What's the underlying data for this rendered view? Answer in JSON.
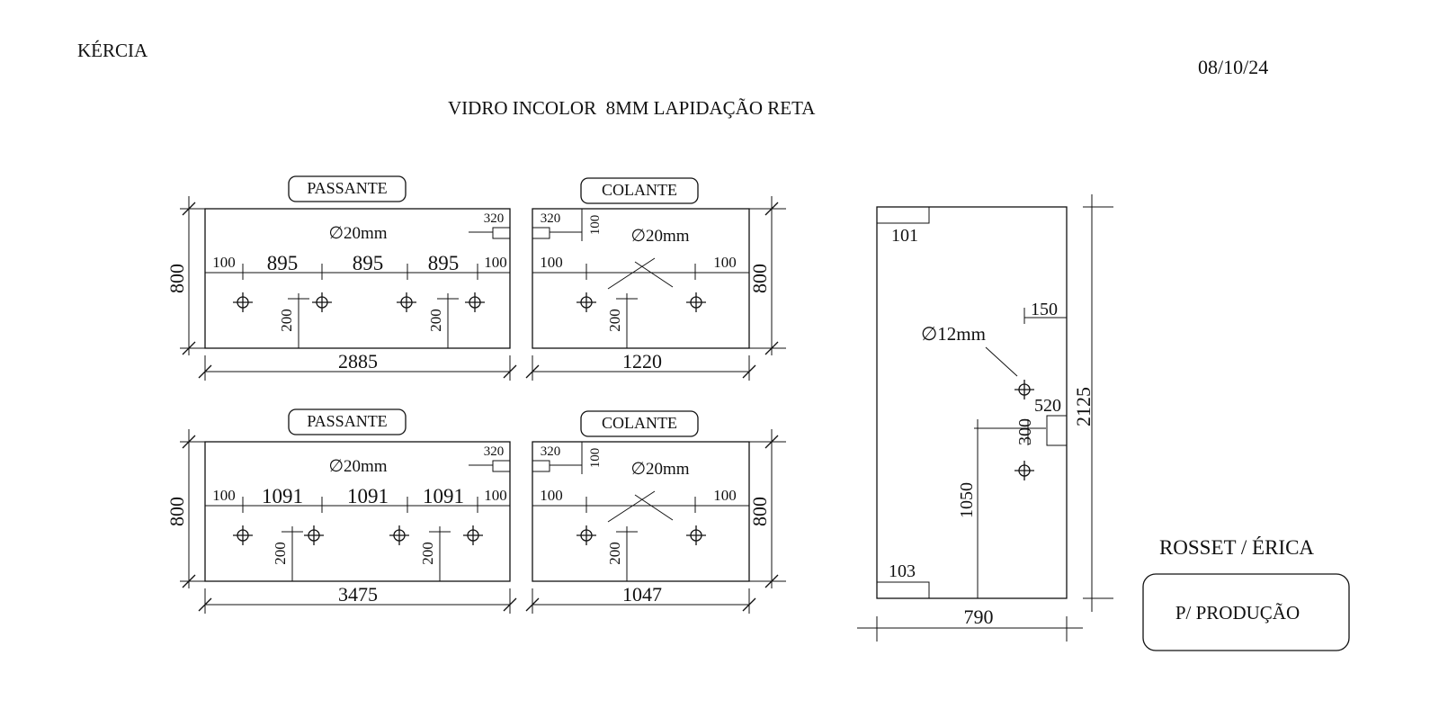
{
  "header": {
    "client": "KÉRCIA",
    "date": "08/10/24",
    "spec": "VIDRO INCOLOR  8MM LAPIDAÇÃO RETA"
  },
  "panels": [
    {
      "tag": "PASSANTE",
      "width": "2885",
      "height": "800",
      "hole": "∅20mm",
      "top_label": "320",
      "edge_left": "100",
      "edge_right": "100",
      "spacings": [
        "895",
        "895",
        "895"
      ],
      "hole_height_1": "200",
      "hole_height_2": "200"
    },
    {
      "tag": "COLANTE",
      "width": "1220",
      "height": "800",
      "hole": "∅20mm",
      "top_label_h": "320",
      "top_label_v": "100",
      "edge_left": "100",
      "edge_right": "100",
      "hole_height": "200"
    },
    {
      "tag": "PASSANTE",
      "width": "3475",
      "height": "800",
      "hole": "∅20mm",
      "top_label": "320",
      "edge_left": "100",
      "edge_right": "100",
      "spacings": [
        "1091",
        "1091",
        "1091"
      ],
      "hole_height_1": "200",
      "hole_height_2": "200"
    },
    {
      "tag": "COLANTE",
      "width": "1047",
      "height": "800",
      "hole": "∅20mm",
      "top_label_h": "320",
      "top_label_v": "100",
      "edge_left": "100",
      "edge_right": "100",
      "hole_height": "200"
    }
  ],
  "door": {
    "width": "790",
    "height": "2125",
    "corner_top": "101",
    "corner_bottom": "103",
    "hole": "∅12mm",
    "offset_side": "150",
    "hole_spacing": "300",
    "notch": "520",
    "hole_height": "1050"
  },
  "footer": {
    "names": "ROSSET / ÉRICA",
    "stamp": "P/ PRODUÇÃO"
  }
}
